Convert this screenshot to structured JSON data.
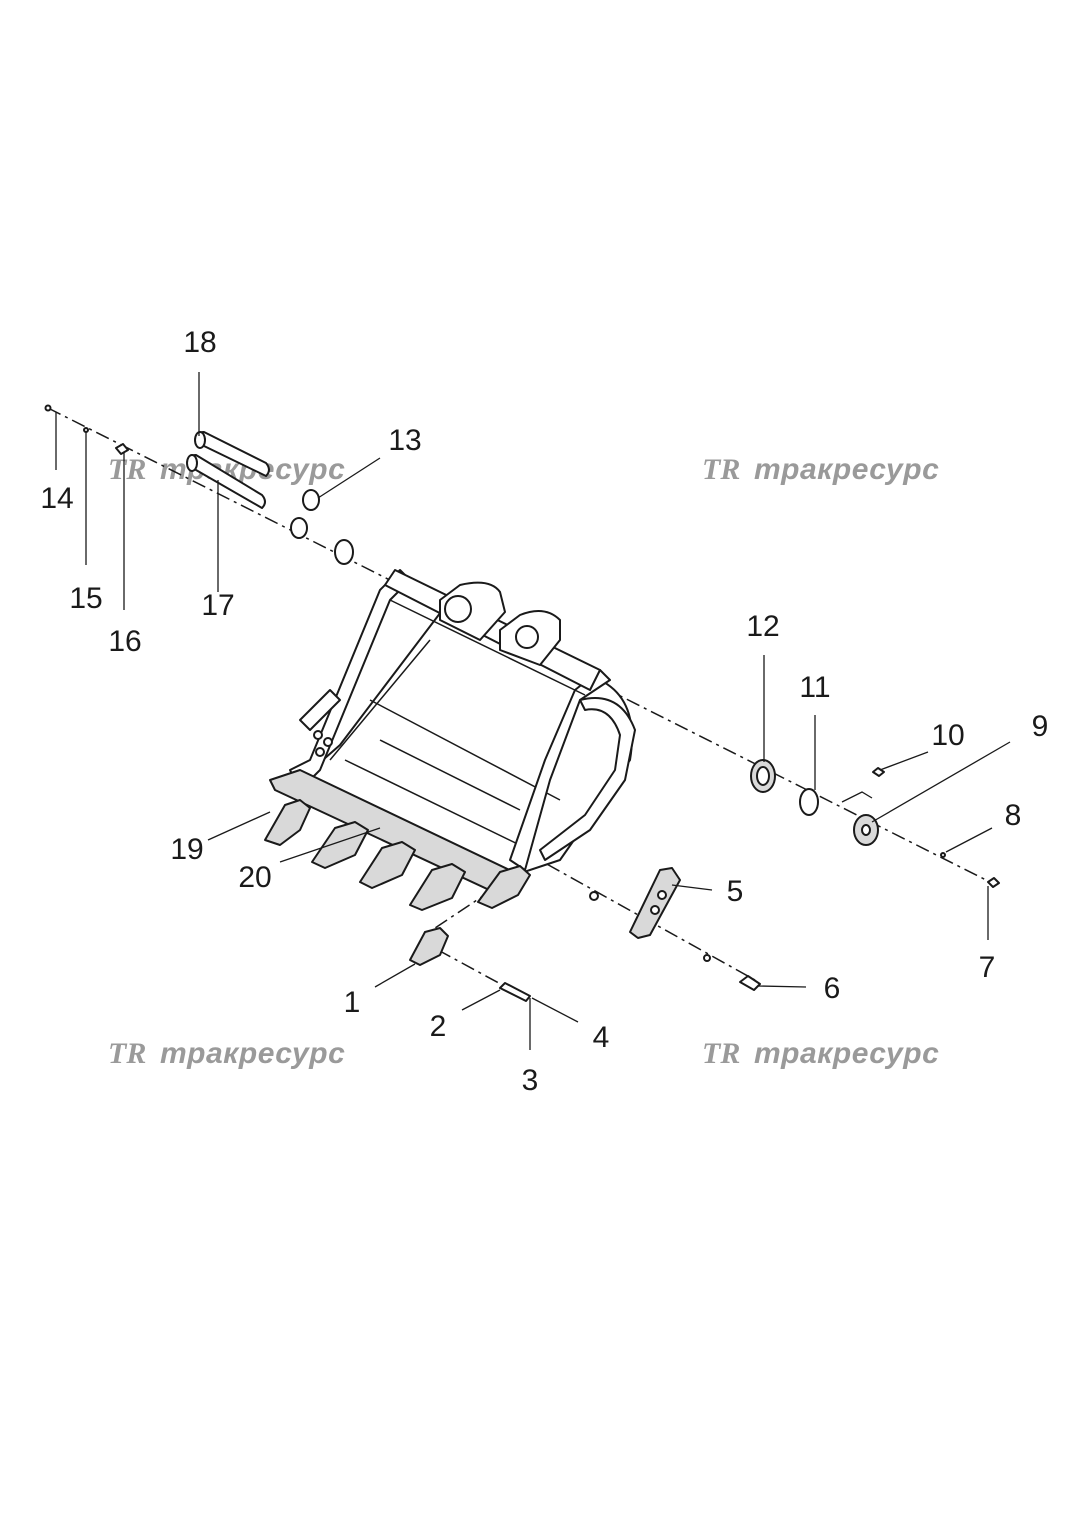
{
  "watermark": {
    "logo_text": "TR",
    "brand_text": "тракресурс"
  },
  "callouts": [
    {
      "id": "1",
      "label": "1"
    },
    {
      "id": "2",
      "label": "2"
    },
    {
      "id": "3",
      "label": "3"
    },
    {
      "id": "4",
      "label": "4"
    },
    {
      "id": "5",
      "label": "5"
    },
    {
      "id": "6",
      "label": "6"
    },
    {
      "id": "7",
      "label": "7"
    },
    {
      "id": "8",
      "label": "8"
    },
    {
      "id": "9",
      "label": "9"
    },
    {
      "id": "10",
      "label": "10"
    },
    {
      "id": "11",
      "label": "11"
    },
    {
      "id": "12",
      "label": "12"
    },
    {
      "id": "13",
      "label": "13"
    },
    {
      "id": "14",
      "label": "14"
    },
    {
      "id": "15",
      "label": "15"
    },
    {
      "id": "16",
      "label": "16"
    },
    {
      "id": "17",
      "label": "17"
    },
    {
      "id": "18",
      "label": "18"
    },
    {
      "id": "19",
      "label": "19"
    },
    {
      "id": "20",
      "label": "20"
    }
  ],
  "colors": {
    "line": "#1a1a1a",
    "watermark": "#9a9a9a",
    "shade": "#d9d9d9",
    "background": "#ffffff"
  }
}
